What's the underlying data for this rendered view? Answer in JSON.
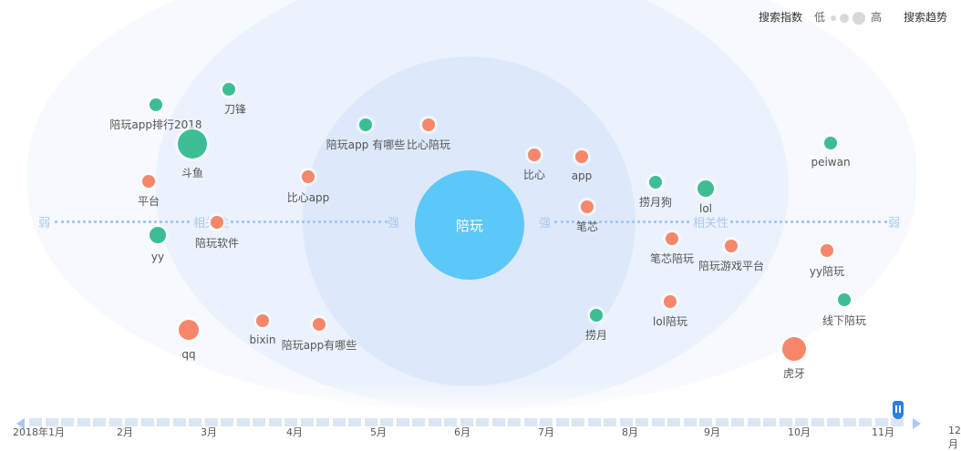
{
  "header": {
    "search_index_label": "搜索指数",
    "low_label": "低",
    "high_label": "高",
    "trend_label": "搜索趋势"
  },
  "axis": {
    "weak_left": "弱",
    "relevance_left": "相关性",
    "strong_left": "强",
    "strong_right": "强",
    "relevance_right": "相关性",
    "weak_right": "弱"
  },
  "center_keyword": "陪玩",
  "colors": {
    "green": "#3dbd96",
    "orange": "#f6876b",
    "center": "#5bc8f8"
  },
  "keywords": [
    {
      "label": "陪玩app排行2018",
      "color": "green"
    },
    {
      "label": "刀锋",
      "color": "green"
    },
    {
      "label": "斗鱼",
      "color": "green"
    },
    {
      "label": "平台",
      "color": "orange"
    },
    {
      "label": "比心app",
      "color": "orange"
    },
    {
      "label": "陪玩app 有哪些",
      "color": "green"
    },
    {
      "label": "比心陪玩",
      "color": "orange"
    },
    {
      "label": "yy",
      "color": "green"
    },
    {
      "label": "陪玩软件",
      "color": "orange"
    },
    {
      "label": "qq",
      "color": "orange"
    },
    {
      "label": "bixin",
      "color": "orange"
    },
    {
      "label": "陪玩app有哪些",
      "color": "orange"
    },
    {
      "label": "比心",
      "color": "orange"
    },
    {
      "label": "app",
      "color": "orange"
    },
    {
      "label": "笔芯",
      "color": "orange"
    },
    {
      "label": "捞月狗",
      "color": "green"
    },
    {
      "label": "lol",
      "color": "green"
    },
    {
      "label": "笔芯陪玩",
      "color": "orange"
    },
    {
      "label": "陪玩游戏平台",
      "color": "orange"
    },
    {
      "label": "捞月",
      "color": "green"
    },
    {
      "label": "lol陪玩",
      "color": "orange"
    },
    {
      "label": "peiwan",
      "color": "green"
    },
    {
      "label": "yy陪玩",
      "color": "orange"
    },
    {
      "label": "线下陪玩",
      "color": "green"
    },
    {
      "label": "虎牙",
      "color": "orange"
    }
  ],
  "timeline": {
    "labels": [
      "2018年1月",
      "2月",
      "3月",
      "4月",
      "5月",
      "6月",
      "7月",
      "8月",
      "9月",
      "10月",
      "11月",
      "12月"
    ],
    "prev_icon": "triangle-left-icon",
    "next_icon": "triangle-right-icon",
    "handle_icon": "pause-handle-icon"
  }
}
